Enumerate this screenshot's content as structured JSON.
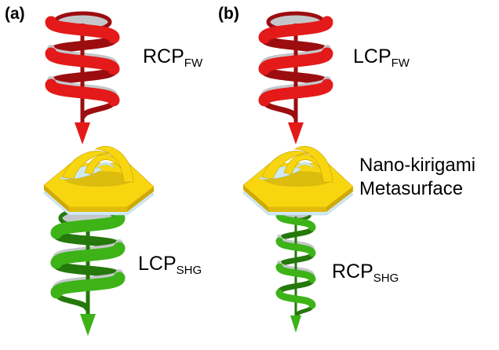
{
  "figure": {
    "panels": [
      {
        "label": "(a)",
        "input": {
          "main": "RCP",
          "sub": "FW"
        },
        "output": {
          "main": "LCP",
          "sub": "SHG"
        }
      },
      {
        "label": "(b)",
        "input": {
          "main": "LCP",
          "sub": "FW"
        },
        "output": {
          "main": "RCP",
          "sub": "SHG"
        }
      }
    ],
    "annotation": {
      "line1": "Nano-kirigami",
      "line2": "Metasurface"
    }
  },
  "icons": {
    "input_beam": "red-helix-arrow-down",
    "output_beam": "green-helix-arrow-down",
    "sample": "gold-hexagon-kirigami"
  },
  "colors": {
    "input": "#e41a1a",
    "input_dark": "#9c0d10",
    "output": "#3db318",
    "output_dark": "#25780c",
    "metasurface": "#f7d60f",
    "metasurface_dark": "#cda80a",
    "substrate": "#cfe9f2",
    "inner": "#c4c7c9",
    "background": "#ffffff",
    "text": "#000000"
  }
}
